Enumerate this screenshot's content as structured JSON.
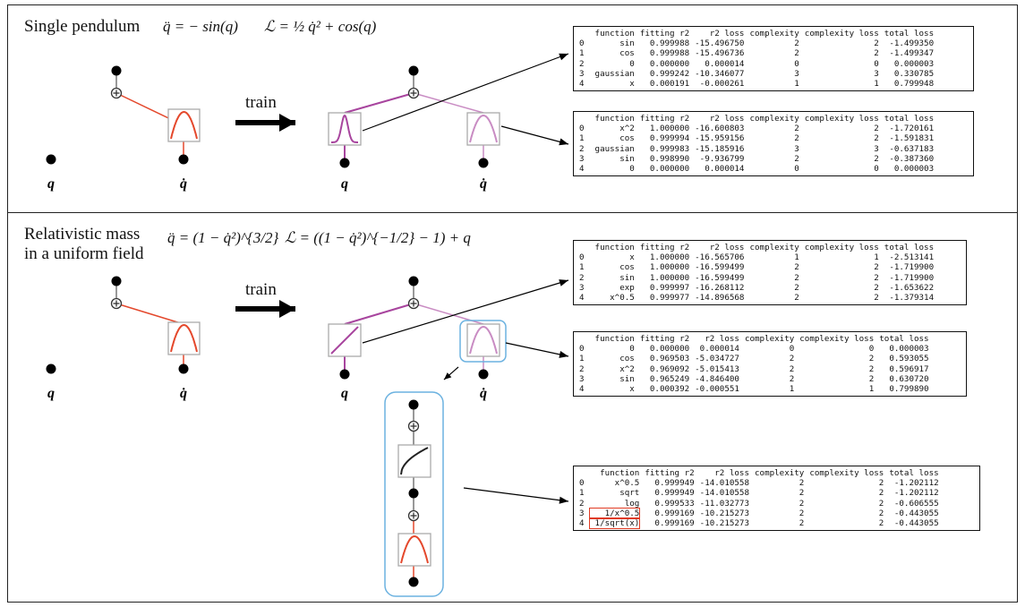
{
  "panel1": {
    "title": "Single pendulum",
    "equation_motion": "q̈ = − sin(q)",
    "lagrangian": "ℒ = ½ q̇² + cos(q)",
    "train_label": "train",
    "labels": {
      "q": "q",
      "qdot": "q̇"
    }
  },
  "panel2": {
    "title_line1": "Relativistic mass",
    "title_line2": "in a uniform field",
    "equation_motion": "q̈ = (1 − q̇²)^{3/2}",
    "lagrangian": "ℒ = ((1 − q̇²)^{−1/2} − 1) + q",
    "train_label": "train",
    "labels": {
      "q": "q",
      "qdot": "q̇"
    }
  },
  "columns": [
    "",
    "function",
    "fitting r2",
    "r2 loss",
    "complexity",
    "complexity loss",
    "total loss"
  ],
  "tables": [
    {
      "id": "t1",
      "rows": [
        [
          "0",
          "sin",
          "0.999988",
          "-15.496750",
          "2",
          "2",
          "-1.499350"
        ],
        [
          "1",
          "cos",
          "0.999988",
          "-15.496736",
          "2",
          "2",
          "-1.499347"
        ],
        [
          "2",
          "0",
          "0.000000",
          "0.000014",
          "0",
          "0",
          "0.000003"
        ],
        [
          "3",
          "gaussian",
          "0.999242",
          "-10.346077",
          "3",
          "3",
          "0.330785"
        ],
        [
          "4",
          "x",
          "0.000191",
          "-0.000261",
          "1",
          "1",
          "0.799948"
        ]
      ]
    },
    {
      "id": "t2",
      "rows": [
        [
          "0",
          "x^2",
          "1.000000",
          "-16.600803",
          "2",
          "2",
          "-1.720161"
        ],
        [
          "1",
          "cos",
          "0.999994",
          "-15.959156",
          "2",
          "2",
          "-1.591831"
        ],
        [
          "2",
          "gaussian",
          "0.999983",
          "-15.185916",
          "3",
          "3",
          "-0.637183"
        ],
        [
          "3",
          "sin",
          "0.998990",
          "-9.936799",
          "2",
          "2",
          "-0.387360"
        ],
        [
          "4",
          "0",
          "0.000000",
          "0.000014",
          "0",
          "0",
          "0.000003"
        ]
      ]
    },
    {
      "id": "t3",
      "rows": [
        [
          "0",
          "x",
          "1.000000",
          "-16.565706",
          "1",
          "1",
          "-2.513141"
        ],
        [
          "1",
          "cos",
          "1.000000",
          "-16.599499",
          "2",
          "2",
          "-1.719900"
        ],
        [
          "2",
          "sin",
          "1.000000",
          "-16.599499",
          "2",
          "2",
          "-1.719900"
        ],
        [
          "3",
          "exp",
          "0.999997",
          "-16.268112",
          "2",
          "2",
          "-1.653622"
        ],
        [
          "4",
          "x^0.5",
          "0.999977",
          "-14.896568",
          "2",
          "2",
          "-1.379314"
        ]
      ]
    },
    {
      "id": "t4",
      "rows": [
        [
          "0",
          "0",
          "0.000000",
          "0.000014",
          "0",
          "0",
          "0.000003"
        ],
        [
          "1",
          "cos",
          "0.969503",
          "-5.034727",
          "2",
          "2",
          "0.593055"
        ],
        [
          "2",
          "x^2",
          "0.969092",
          "-5.015413",
          "2",
          "2",
          "0.596917"
        ],
        [
          "3",
          "sin",
          "0.965249",
          "-4.846400",
          "2",
          "2",
          "0.630720"
        ],
        [
          "4",
          "x",
          "0.000392",
          "-0.000551",
          "1",
          "1",
          "0.799890"
        ]
      ]
    },
    {
      "id": "t5",
      "rows": [
        [
          "0",
          "x^0.5",
          "0.999949",
          "-14.010558",
          "2",
          "2",
          "-1.202112"
        ],
        [
          "1",
          "sqrt",
          "0.999949",
          "-14.010558",
          "2",
          "2",
          "-1.202112"
        ],
        [
          "2",
          "log",
          "0.999533",
          "-11.032773",
          "2",
          "2",
          "-0.606555"
        ],
        [
          "3",
          "1/x^0.5",
          "0.999169",
          "-10.215273",
          "2",
          "2",
          "-0.443055"
        ],
        [
          "4",
          "1/sqrt(x)",
          "0.999169",
          "-10.215273",
          "2",
          "2",
          "-0.443055"
        ]
      ],
      "highlight_rows": [
        3,
        4
      ]
    }
  ],
  "colors": {
    "red": "#e4482c",
    "purple": "#a8459e",
    "lightpurple": "#c98cc3",
    "blue": "#6cb2e0",
    "node": "#000000",
    "box": "#aaaaaa"
  }
}
